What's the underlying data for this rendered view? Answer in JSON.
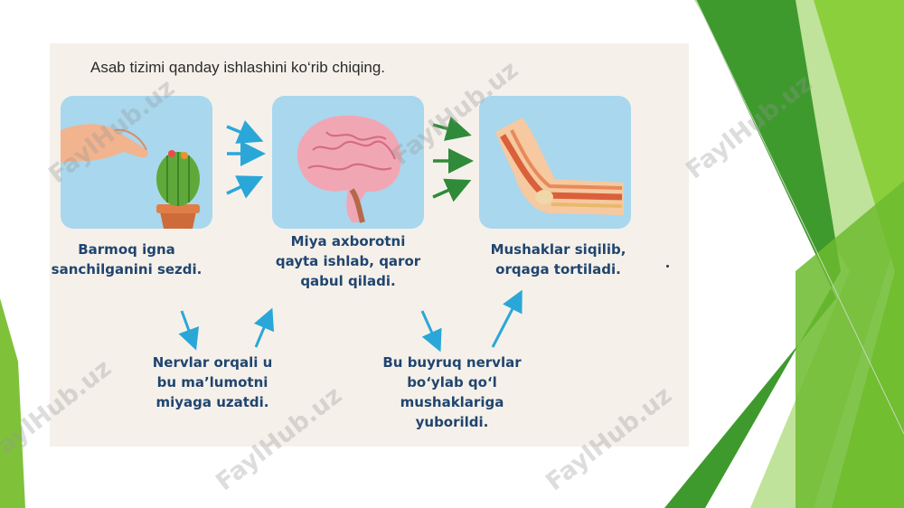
{
  "slide": {
    "heading": "Asab tizimi qanday ishlashini ko‘rib chiqing.",
    "steps": [
      {
        "icon": "hand-cactus-icon",
        "caption": "Barmoq igna\nsanchilganini sezdi."
      },
      {
        "icon": "brain-icon",
        "caption": "Miya axborotni\nqayta ishlab, qaror\nqabul qiladi."
      },
      {
        "icon": "arm-muscle-icon",
        "caption": "Mushaklar siqilib,\norqaga tortiladi."
      }
    ],
    "transfers": [
      {
        "caption": "Nervlar orqali u\nbu ma’lumotni\nmiyaga uzatdi."
      },
      {
        "caption": "Bu buyruq nervlar\nbo‘ylab qo‘l\nmushaklariga\nyuborildi."
      }
    ],
    "colors": {
      "caption": "#21456f",
      "arrow_blue": "#2aa7d8",
      "arrow_green": "#2f8a3a",
      "panel": "#a9d7ee"
    }
  },
  "watermark": {
    "text": "FaylHub.uz"
  }
}
